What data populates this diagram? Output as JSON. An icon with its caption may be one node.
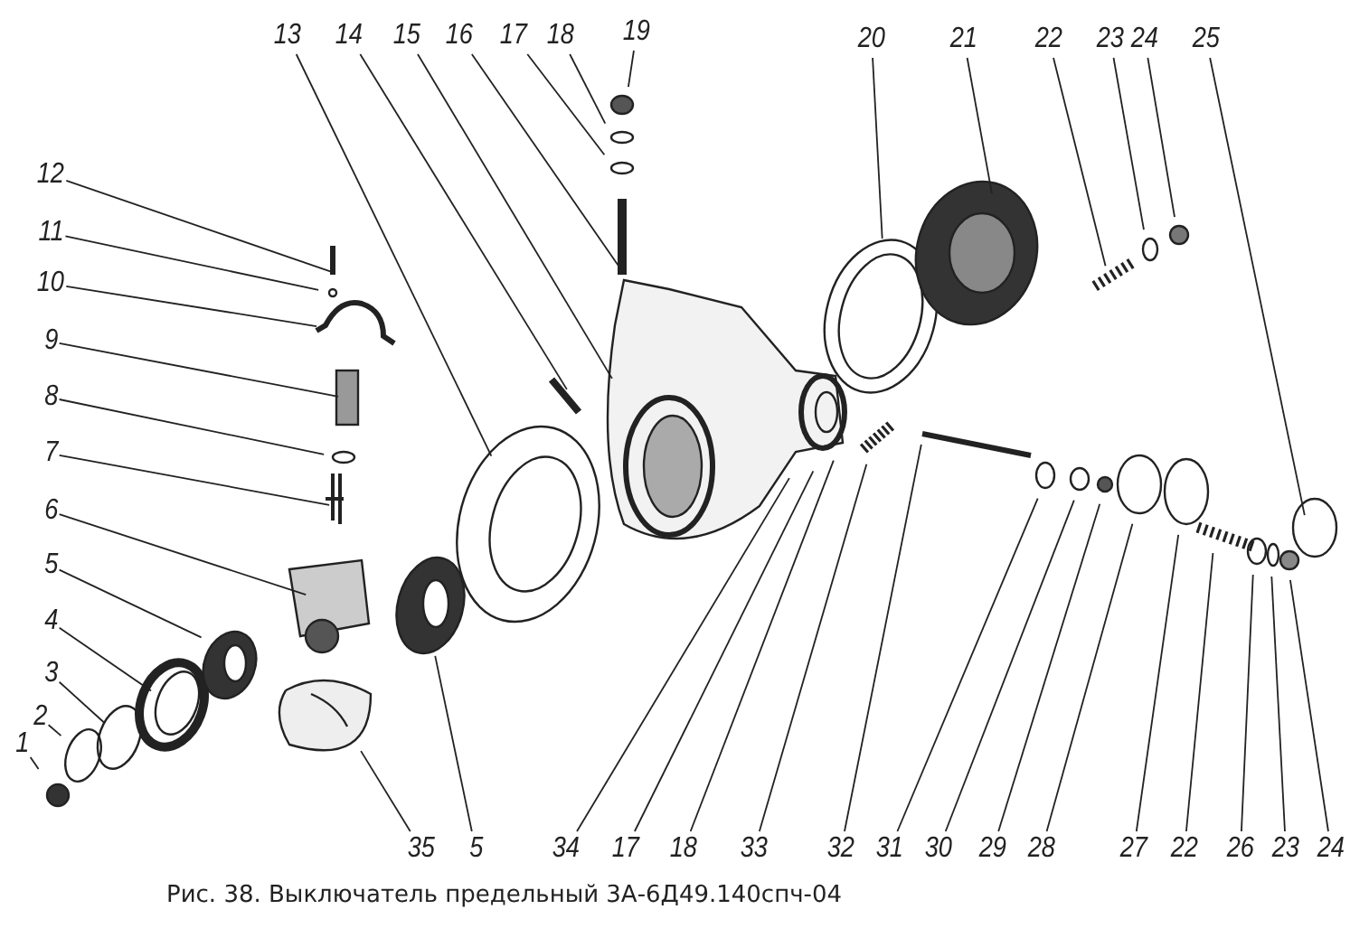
{
  "diagram": {
    "caption": "Рис. 38. Выключатель предельный 3А-6Д49.140спч-04",
    "nodes": [
      {
        "text": [
          "13"
        ]
      },
      {
        "text": [
          "14"
        ]
      },
      {
        "text": [
          "15"
        ]
      },
      {
        "text": [
          "16"
        ]
      },
      {
        "text": [
          "17"
        ]
      },
      {
        "text": [
          "18"
        ]
      },
      {
        "text": [
          "19"
        ]
      },
      {
        "text": [
          "20"
        ]
      },
      {
        "text": [
          "21"
        ]
      },
      {
        "text": [
          "22"
        ]
      },
      {
        "text": [
          "23"
        ]
      },
      {
        "text": [
          "24"
        ]
      },
      {
        "text": [
          "25"
        ]
      },
      {
        "text": [
          "12"
        ]
      },
      {
        "text": [
          "11"
        ]
      },
      {
        "text": [
          "10"
        ]
      },
      {
        "text": [
          "9"
        ]
      },
      {
        "text": [
          "8"
        ]
      },
      {
        "text": [
          "7"
        ]
      },
      {
        "text": [
          "6"
        ]
      },
      {
        "text": [
          "5"
        ]
      },
      {
        "text": [
          "4"
        ]
      },
      {
        "text": [
          "3"
        ]
      },
      {
        "text": [
          "2"
        ]
      },
      {
        "text": [
          "1"
        ]
      },
      {
        "text": [
          "35"
        ]
      },
      {
        "text": [
          "5"
        ]
      },
      {
        "text": [
          "34"
        ]
      },
      {
        "text": [
          "17"
        ]
      },
      {
        "text": [
          "18"
        ]
      },
      {
        "text": [
          "33"
        ]
      },
      {
        "text": [
          "32"
        ]
      },
      {
        "text": [
          "31"
        ]
      },
      {
        "text": [
          "30"
        ]
      },
      {
        "text": [
          "29"
        ]
      },
      {
        "text": [
          "28"
        ]
      },
      {
        "text": [
          "27"
        ]
      },
      {
        "text": [
          "22"
        ]
      },
      {
        "text": [
          "26"
        ]
      },
      {
        "text": [
          "23"
        ]
      },
      {
        "text": [
          "24"
        ]
      }
    ],
    "edges": [
      {
        "from": 0,
        "to": null,
        "arrow": "none"
      },
      {
        "from": 1,
        "to": null,
        "arrow": "none"
      },
      {
        "from": 2,
        "to": null,
        "arrow": "none"
      },
      {
        "from": 3,
        "to": null,
        "arrow": "none"
      },
      {
        "from": 4,
        "to": null,
        "arrow": "none"
      },
      {
        "from": 5,
        "to": null,
        "arrow": "none"
      },
      {
        "from": 6,
        "to": null,
        "arrow": "none"
      },
      {
        "from": 7,
        "to": null,
        "arrow": "none"
      },
      {
        "from": 8,
        "to": null,
        "arrow": "none"
      },
      {
        "from": 9,
        "to": null,
        "arrow": "none"
      },
      {
        "from": 10,
        "to": null,
        "arrow": "none"
      },
      {
        "from": 11,
        "to": null,
        "arrow": "none"
      },
      {
        "from": 12,
        "to": null,
        "arrow": "none"
      },
      {
        "from": 13,
        "to": null,
        "arrow": "none"
      },
      {
        "from": 14,
        "to": null,
        "arrow": "none"
      },
      {
        "from": 15,
        "to": null,
        "arrow": "none"
      },
      {
        "from": 16,
        "to": null,
        "arrow": "none"
      },
      {
        "from": 17,
        "to": null,
        "arrow": "none"
      },
      {
        "from": 18,
        "to": null,
        "arrow": "none"
      },
      {
        "from": 19,
        "to": null,
        "arrow": "none"
      },
      {
        "from": 20,
        "to": null,
        "arrow": "none"
      },
      {
        "from": 21,
        "to": null,
        "arrow": "none"
      },
      {
        "from": 22,
        "to": null,
        "arrow": "none"
      },
      {
        "from": 23,
        "to": null,
        "arrow": "none"
      },
      {
        "from": 24,
        "to": null,
        "arrow": "none"
      },
      {
        "from": 25,
        "to": null,
        "arrow": "none"
      },
      {
        "from": 26,
        "to": null,
        "arrow": "none"
      },
      {
        "from": 27,
        "to": null,
        "arrow": "none"
      },
      {
        "from": 28,
        "to": null,
        "arrow": "none"
      },
      {
        "from": 29,
        "to": null,
        "arrow": "none"
      },
      {
        "from": 30,
        "to": null,
        "arrow": "none"
      },
      {
        "from": 31,
        "to": null,
        "arrow": "none"
      },
      {
        "from": 32,
        "to": null,
        "arrow": "none"
      },
      {
        "from": 33,
        "to": null,
        "arrow": "none"
      },
      {
        "from": 34,
        "to": null,
        "arrow": "none"
      },
      {
        "from": 35,
        "to": null,
        "arrow": "none"
      },
      {
        "from": 36,
        "to": null,
        "arrow": "none"
      },
      {
        "from": 37,
        "to": null,
        "arrow": "none"
      },
      {
        "from": 38,
        "to": null,
        "arrow": "none"
      },
      {
        "from": 39,
        "to": null,
        "arrow": "none"
      },
      {
        "from": 40,
        "to": null,
        "arrow": "none"
      }
    ]
  }
}
